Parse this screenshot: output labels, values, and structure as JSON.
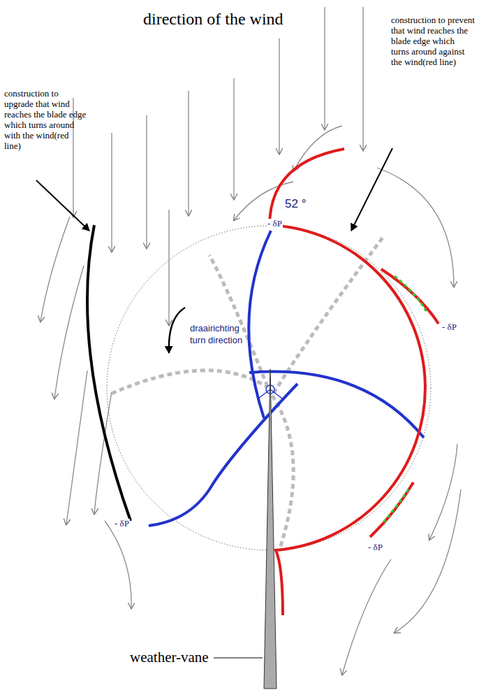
{
  "diagram": {
    "labels": [
      "direction of the wind",
      "construction to upgrade that wind reaches the blade edge which turns around with the wind(red line)",
      "construction to prevent that wind reaches the blade edge which turns around against the wind(red line)",
      "52 °",
      "- δP",
      "- δP",
      "- δP",
      "- δP",
      "draairichting",
      "turn direction",
      "weather-vane"
    ]
  }
}
